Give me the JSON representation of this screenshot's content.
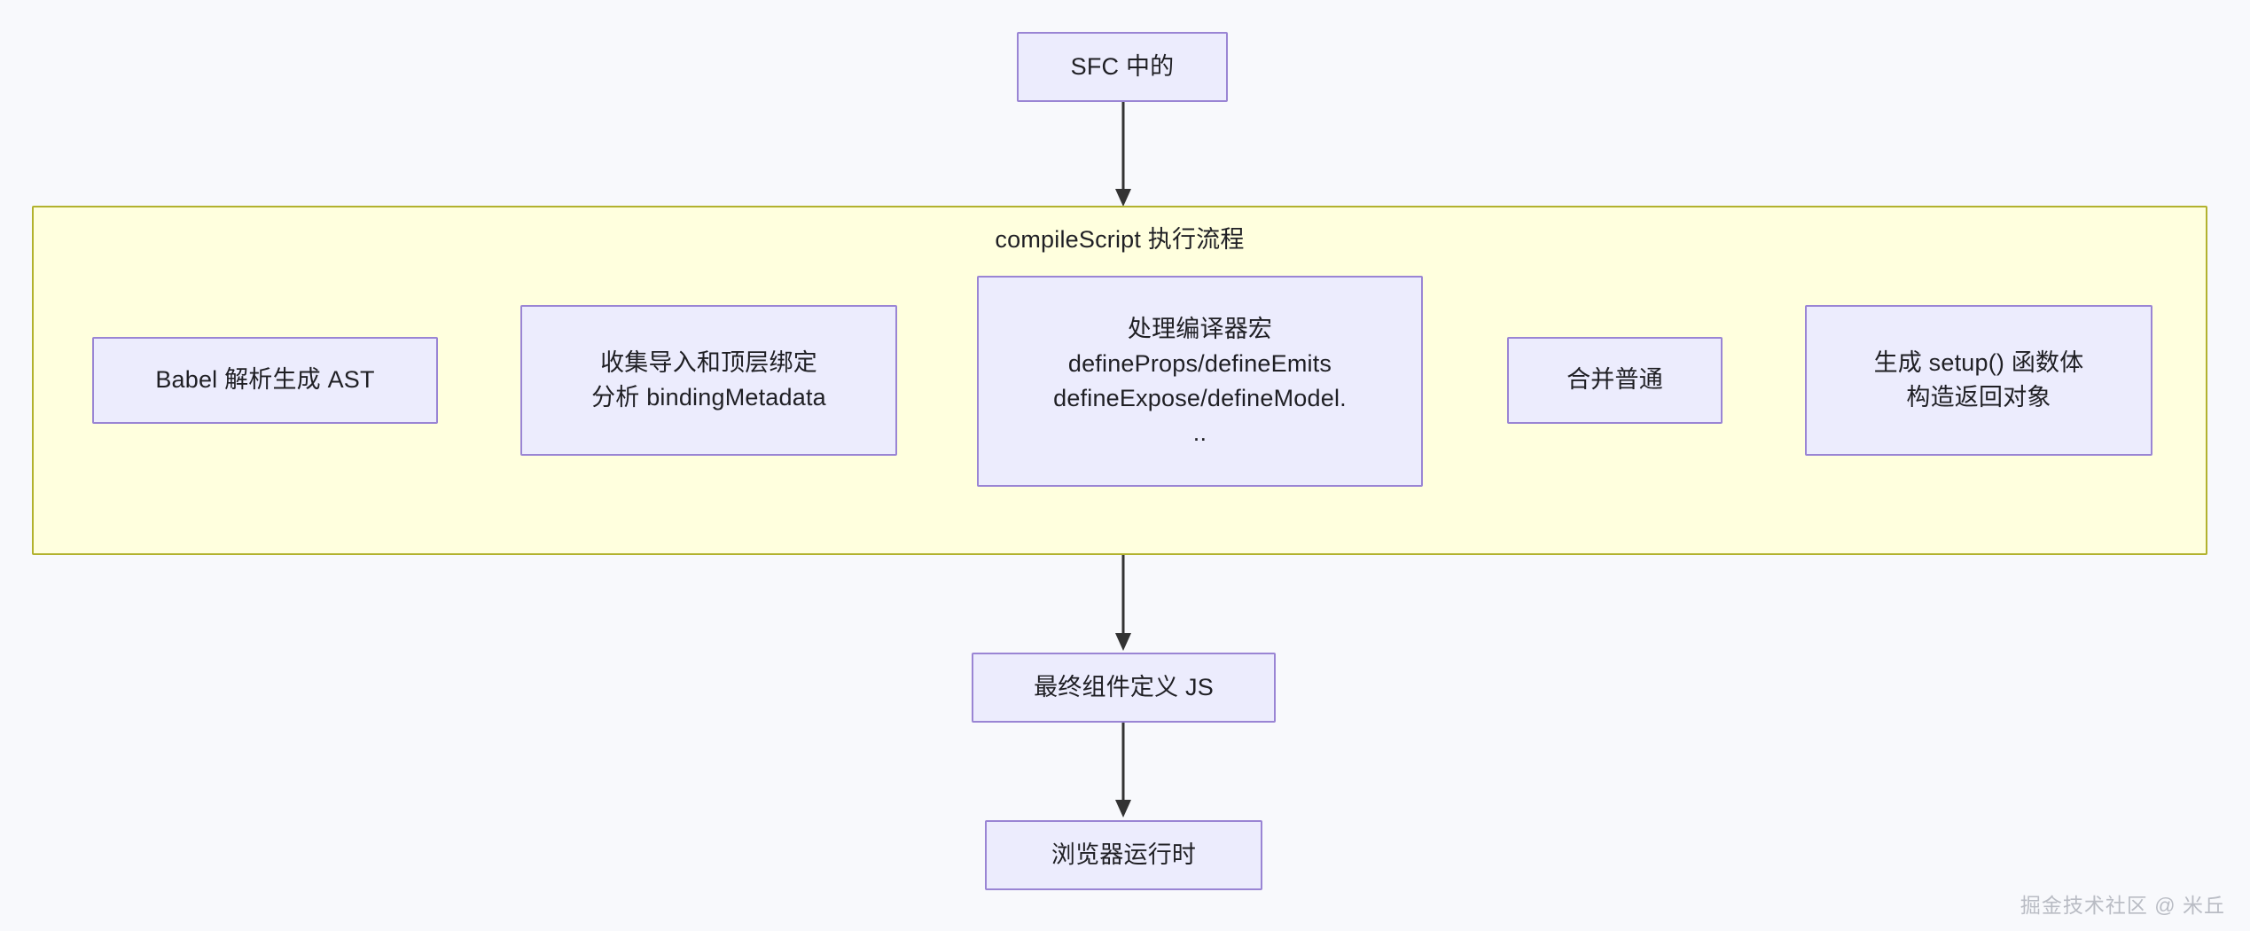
{
  "diagram": {
    "type": "flowchart",
    "direction": "top-down",
    "background_color": "#f8f9fc",
    "node_fill": "#ececfd",
    "node_stroke": "#9a85d4",
    "cluster_fill": "#ffffde",
    "cluster_stroke": "#b2b22e",
    "edge_color": "#333333"
  },
  "nodes": {
    "sfc_source": {
      "id": "A",
      "lines": [
        "SFC 中的"
      ]
    },
    "babel_parse": {
      "id": "B1",
      "lines": [
        "Babel 解析生成 AST"
      ]
    },
    "collect_bindings": {
      "id": "B2",
      "lines": [
        "收集导入和顶层绑定",
        "分析 bindingMetadata"
      ]
    },
    "compiler_macros": {
      "id": "B3",
      "lines": [
        "处理编译器宏",
        "defineProps/defineEmits",
        "defineExpose/defineModel.",
        ".."
      ]
    },
    "merge_normal": {
      "id": "B4",
      "lines": [
        "合并普通"
      ]
    },
    "generate_setup": {
      "id": "B5",
      "lines": [
        "生成 setup() 函数体",
        "构造返回对象"
      ]
    },
    "final_component": {
      "id": "C",
      "lines": [
        "最终组件定义 JS"
      ]
    },
    "browser_runtime": {
      "id": "D",
      "lines": [
        "浏览器运行时"
      ]
    }
  },
  "cluster": {
    "title": "compileScript 执行流程"
  },
  "edges": [
    {
      "from": "sfc_source",
      "to": "cluster",
      "label": ""
    },
    {
      "from": "cluster",
      "to": "final_component",
      "label": ""
    },
    {
      "from": "final_component",
      "to": "browser_runtime",
      "label": ""
    }
  ],
  "watermark": {
    "text": "掘金技术社区 @ 米丘"
  }
}
